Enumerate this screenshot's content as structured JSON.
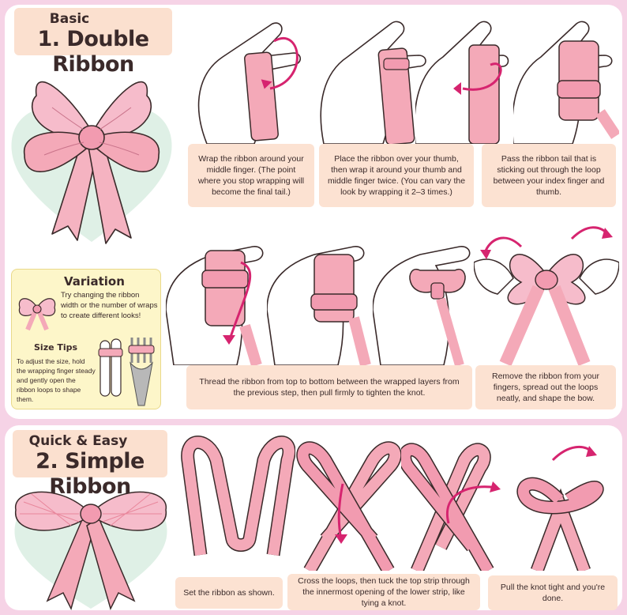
{
  "section1": {
    "subtitle": "Basic",
    "title": "1. Double Ribbon",
    "captions": [
      "Wrap the ribbon around your middle finger. (The point where you stop wrapping will become the final tail.)",
      "Place the ribbon over your thumb, then wrap it around your thumb and middle finger twice. (You can vary the look by wrapping it 2–3 times.)",
      "Pass the ribbon tail that is sticking out through the loop between your index finger and thumb.",
      "Thread the ribbon from top to bottom between the wrapped layers from the previous step, then pull firmly to tighten the knot.",
      "Remove the ribbon from your fingers, spread out the loops neatly, and shape the bow."
    ],
    "variation": {
      "title": "Variation",
      "text": "Try changing the ribbon width or the number of wraps to create different looks!",
      "size_title": "Size Tips",
      "size_text": "To adjust the size, hold the wrapping finger steady and gently open the ribbon loops to shape them."
    }
  },
  "section2": {
    "subtitle": "Quick & Easy",
    "title": "2. Simple Ribbon",
    "captions": [
      "Set the ribbon as shown.",
      "Cross the loops, then tuck the top strip through the innermost opening of the lower strip, like tying a knot.",
      "Pull the knot tight and you're done."
    ]
  },
  "colors": {
    "background": "#f6d3e6",
    "ribbon": "#f4a9b8",
    "ribbon_dark": "#e8869b",
    "arrow": "#d6246f",
    "caption_bg": "#fce2d2",
    "heart": "#dff0e6",
    "variation_bg": "#fdf6c9"
  }
}
